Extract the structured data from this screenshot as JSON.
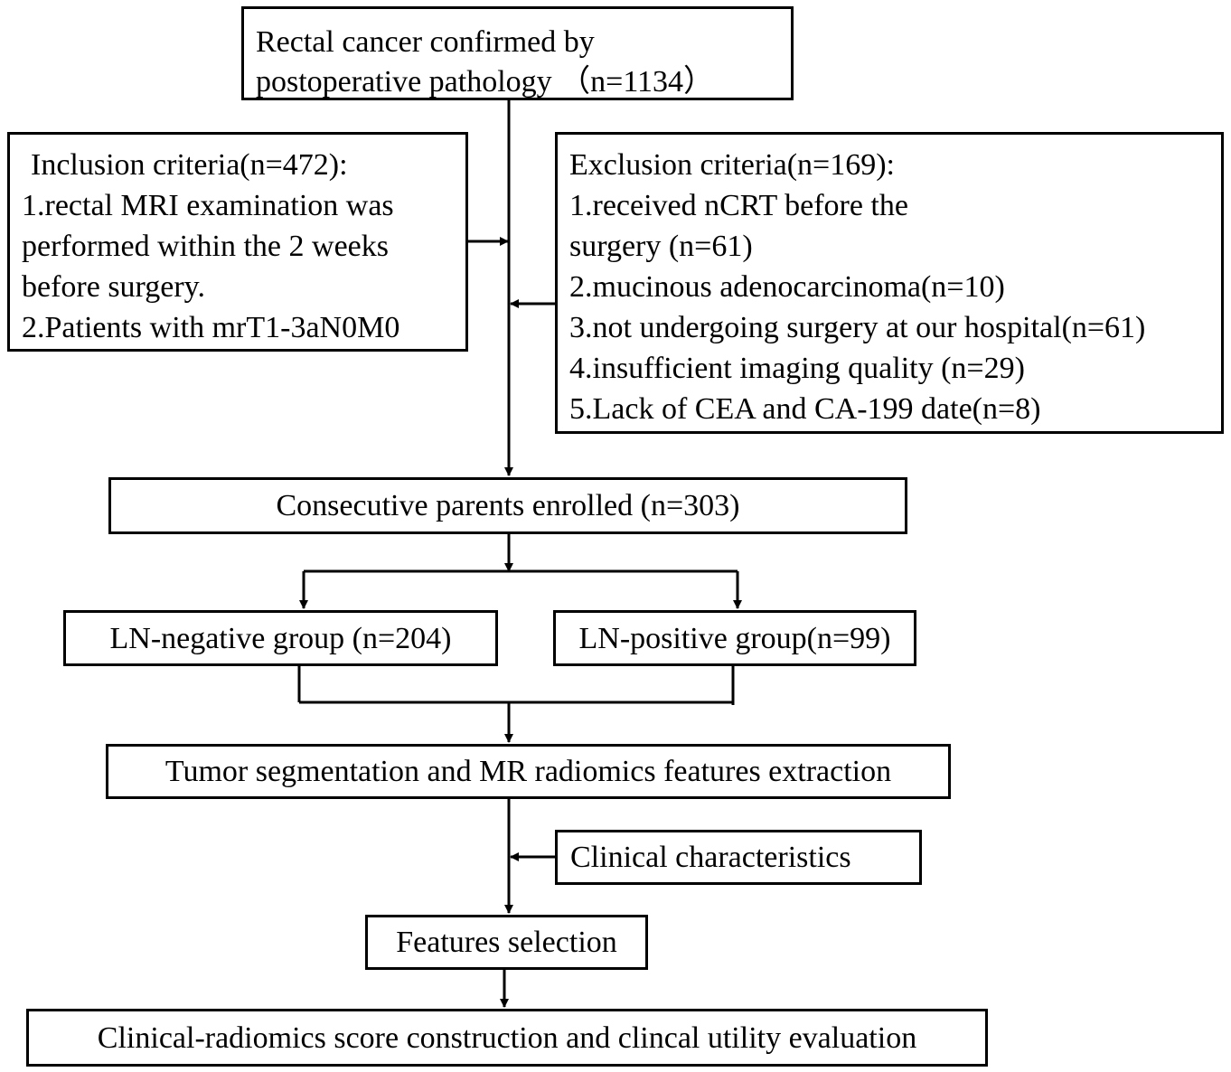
{
  "start": {
    "line1": "Rectal cancer confirmed by",
    "line2": "postoperative pathology （n=1134）"
  },
  "inclusion": {
    "title": "Inclusion criteria(n=472):",
    "lines": [
      "1.rectal MRI examination was",
      "performed within the 2 weeks",
      "before surgery.",
      "2.Patients with mrT1-3aN0M0"
    ]
  },
  "exclusion": {
    "title": "Exclusion criteria(n=169):",
    "lines": [
      "1.received nCRT before the",
      "surgery (n=61)",
      "2.mucinous adenocarcinoma(n=10)",
      "3.not undergoing surgery at our hospital(n=61)",
      "4.insufficient imaging quality (n=29)",
      "5.Lack of CEA and CA-199 date(n=8)"
    ]
  },
  "enrolled": "Consecutive parents enrolled (n=303)",
  "ln_negative": "LN-negative group (n=204)",
  "ln_positive": "LN-positive group(n=99)",
  "segmentation": "Tumor segmentation and MR radiomics features extraction",
  "clinical": "Clinical characteristics",
  "selection": "Features selection",
  "construction": "Clinical-radiomics score construction and clincal utility evaluation"
}
